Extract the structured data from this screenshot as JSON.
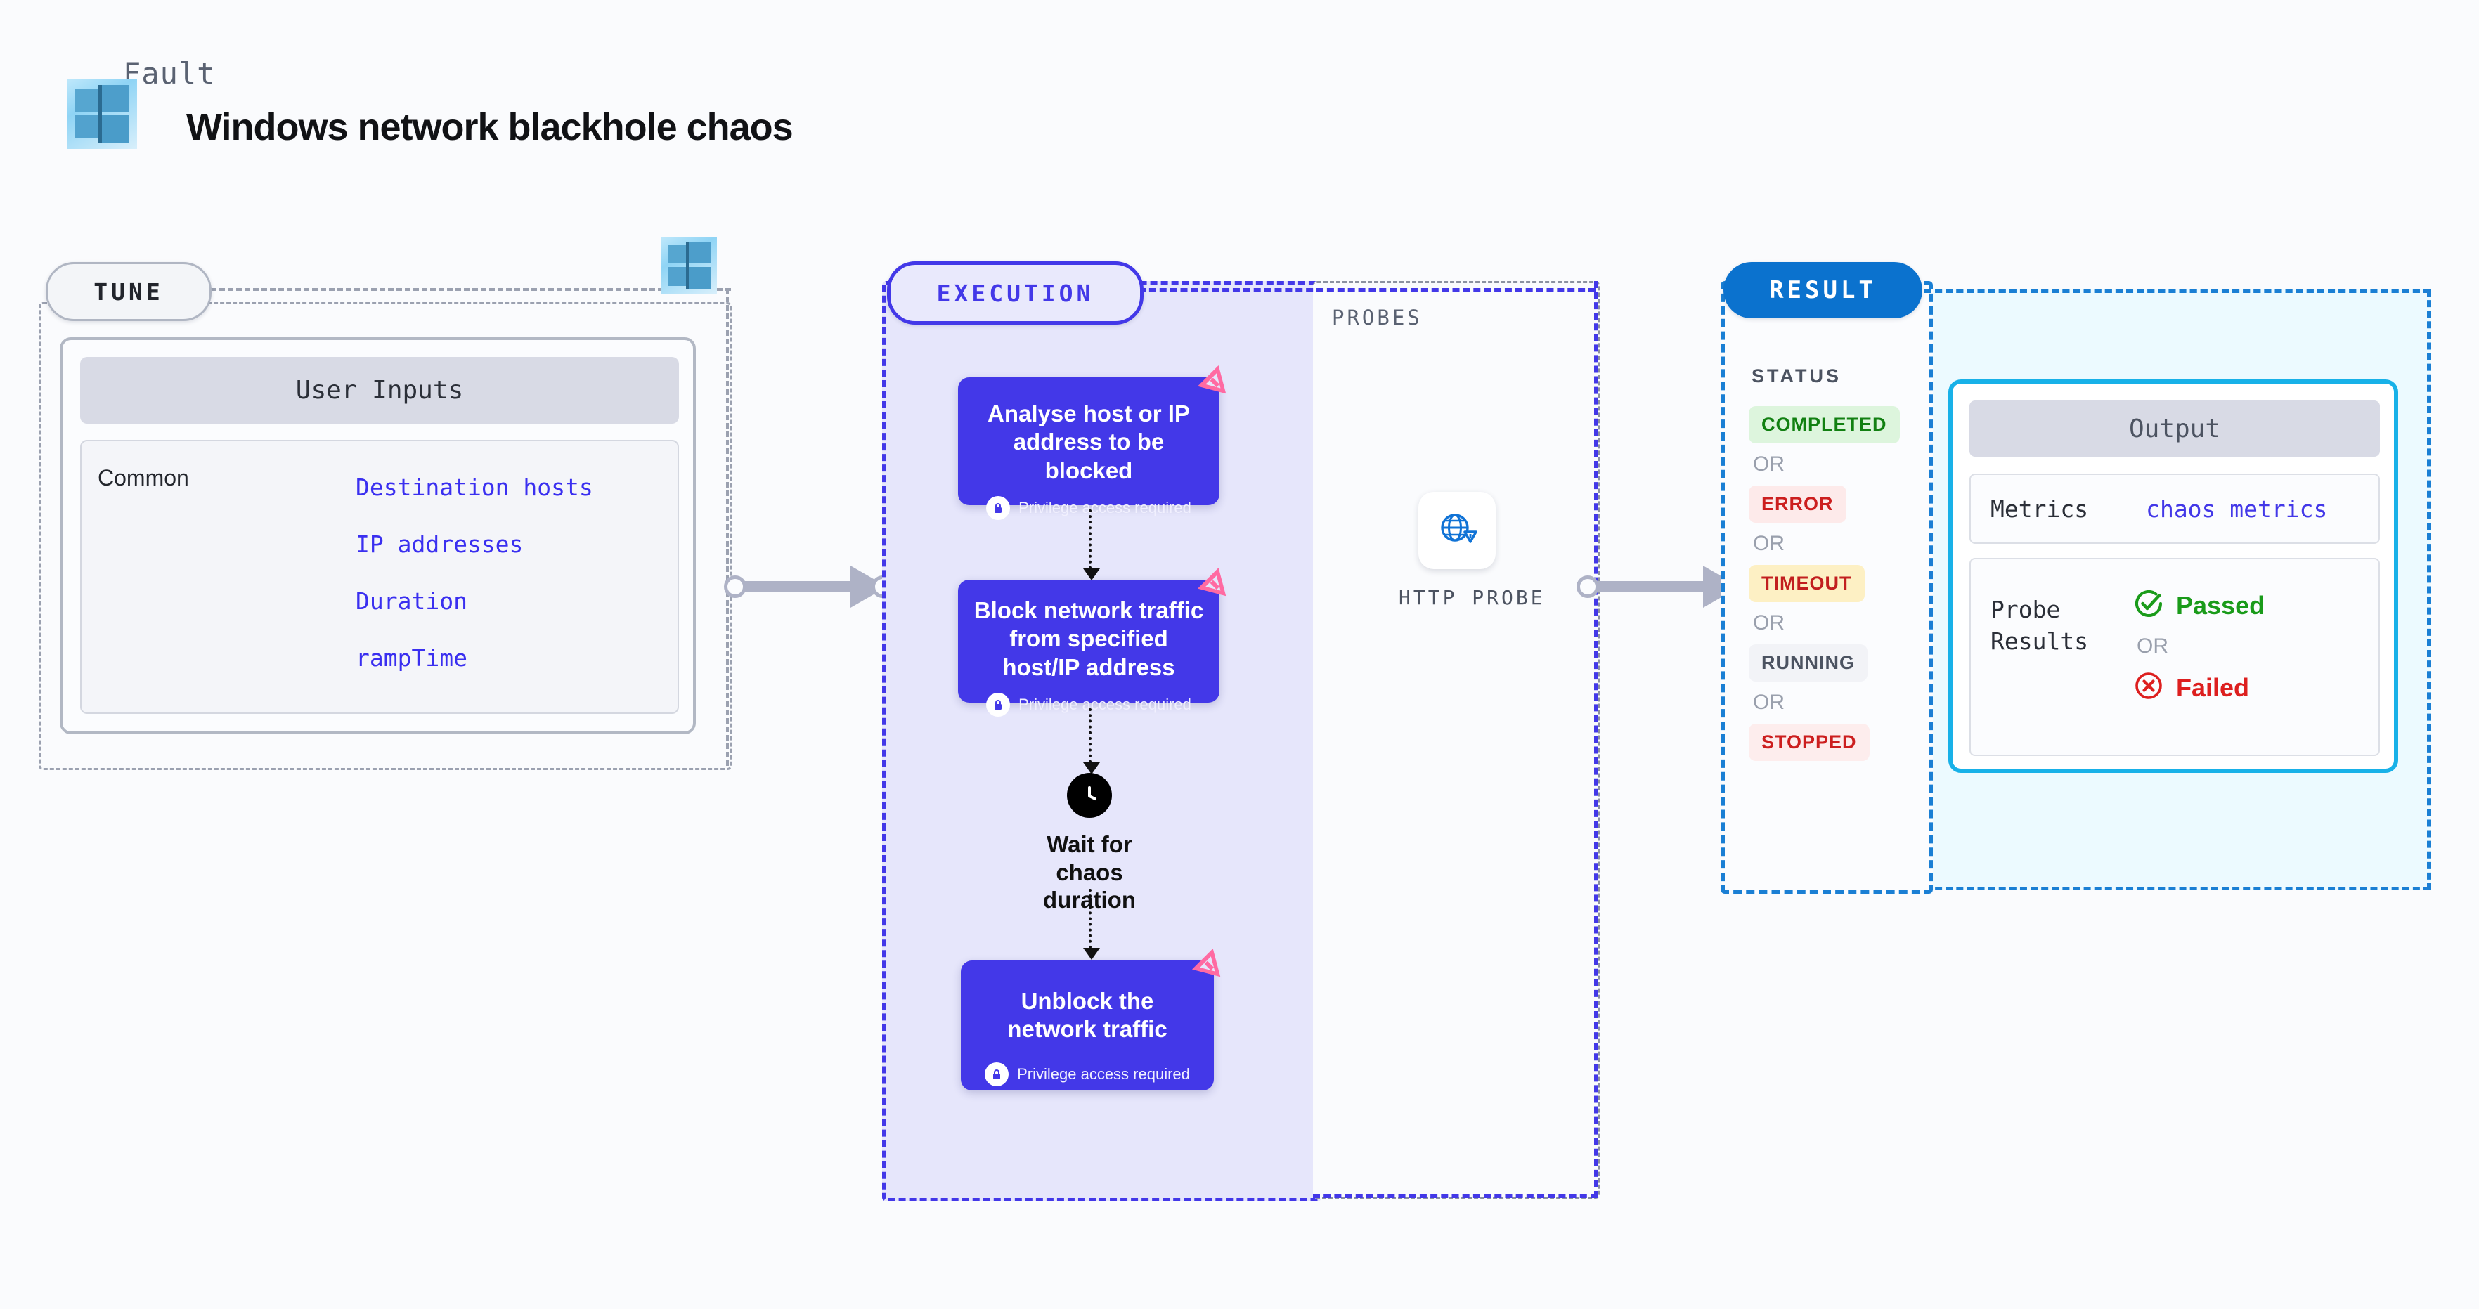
{
  "header": {
    "kind_label": "Fault",
    "title": "Windows network blackhole chaos",
    "logo_icon": "windows-logo-icon"
  },
  "tune": {
    "pill_label": "TUNE",
    "platform_icon": "windows-logo-icon",
    "card_header": "User Inputs",
    "group_label": "Common",
    "params": [
      "Destination hosts",
      "IP addresses",
      "Duration",
      "rampTime"
    ]
  },
  "execution": {
    "pill_label": "EXECUTION",
    "privilege_note": "Privilege access required",
    "steps": [
      {
        "title": "Analyse host or IP address to be blocked",
        "privileged": true,
        "badge_icon": "chaos-badge-icon"
      },
      {
        "title": "Block network traffic from specified host/IP address",
        "privileged": true,
        "badge_icon": "chaos-badge-icon"
      },
      {
        "title": "Wait for chaos duration",
        "icon": "clock-icon"
      },
      {
        "title": "Unblock the network traffic",
        "privileged": true,
        "badge_icon": "chaos-badge-icon"
      }
    ]
  },
  "probes": {
    "section_label": "PROBES",
    "items": [
      {
        "label": "HTTP PROBE",
        "icon": "globe-warning-icon"
      }
    ]
  },
  "result": {
    "pill_label": "RESULT",
    "status_label": "STATUS",
    "or_label": "OR",
    "statuses": [
      {
        "label": "COMPLETED",
        "bg": "#ddf5dd",
        "fg": "#128012"
      },
      {
        "label": "ERROR",
        "bg": "#fdeaea",
        "fg": "#cc1f1f"
      },
      {
        "label": "TIMEOUT",
        "bg": "#fdf0c4",
        "fg": "#c21f1f"
      },
      {
        "label": "RUNNING",
        "bg": "#f2f3f7",
        "fg": "#4c5361"
      },
      {
        "label": "STOPPED",
        "bg": "#fdeded",
        "fg": "#cc1f1f"
      }
    ],
    "output": {
      "header": "Output",
      "metrics_key": "Metrics",
      "metrics_value": "chaos metrics",
      "probe_results_key": "Probe Results",
      "or_label": "OR",
      "passed_label": "Passed",
      "failed_label": "Failed",
      "passed_icon": "check-circle-icon",
      "failed_icon": "x-circle-icon"
    }
  },
  "colors": {
    "execution_purple": "#4338e8",
    "result_blue": "#1a7fd4",
    "output_cyan": "#18b1e8",
    "param_blue": "#3a2ff0",
    "badge_pink": "#ff6aa2",
    "connector_grey": "#aeb2c6"
  }
}
